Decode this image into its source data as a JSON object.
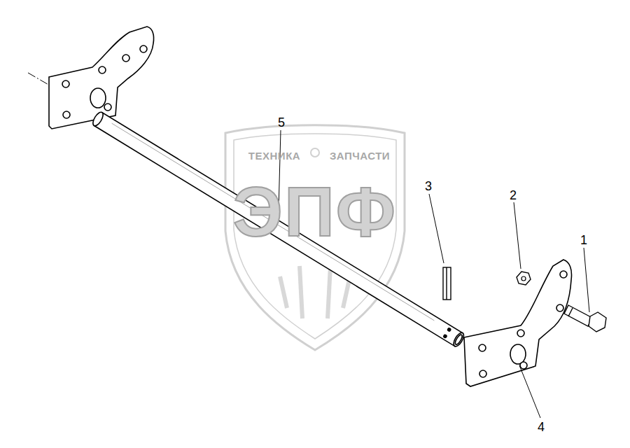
{
  "diagram": {
    "labels": [
      "5",
      "3",
      "2",
      "1",
      "4",
      "ТЕХНИКА",
      "ЗАПЧАСТИ",
      "ЭПФ"
    ]
  }
}
